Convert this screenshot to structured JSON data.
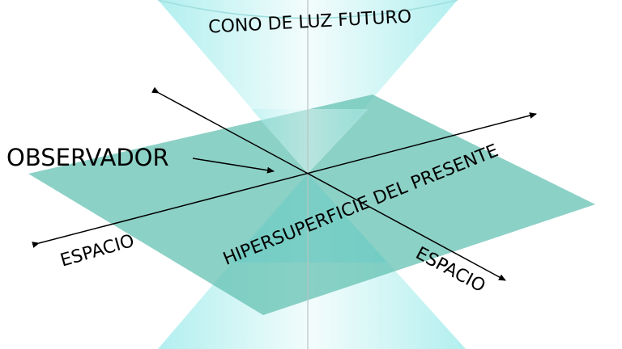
{
  "labels": {
    "future_cone": "CONO DE LUZ FUTURO",
    "observer": "OBSERVADOR",
    "hypersurface": "HIPERSUPERFICIE DEL PRESENTE",
    "space_left": "ESPACIO",
    "space_right": "ESPACIO"
  },
  "colors": {
    "cone_edge": "#aeeeee",
    "cone_center": "#f2fcfc",
    "plane_fill": "#5fbfb0",
    "axis": "#000000",
    "time_axis": "#b8c4c4",
    "text": "#000000"
  }
}
